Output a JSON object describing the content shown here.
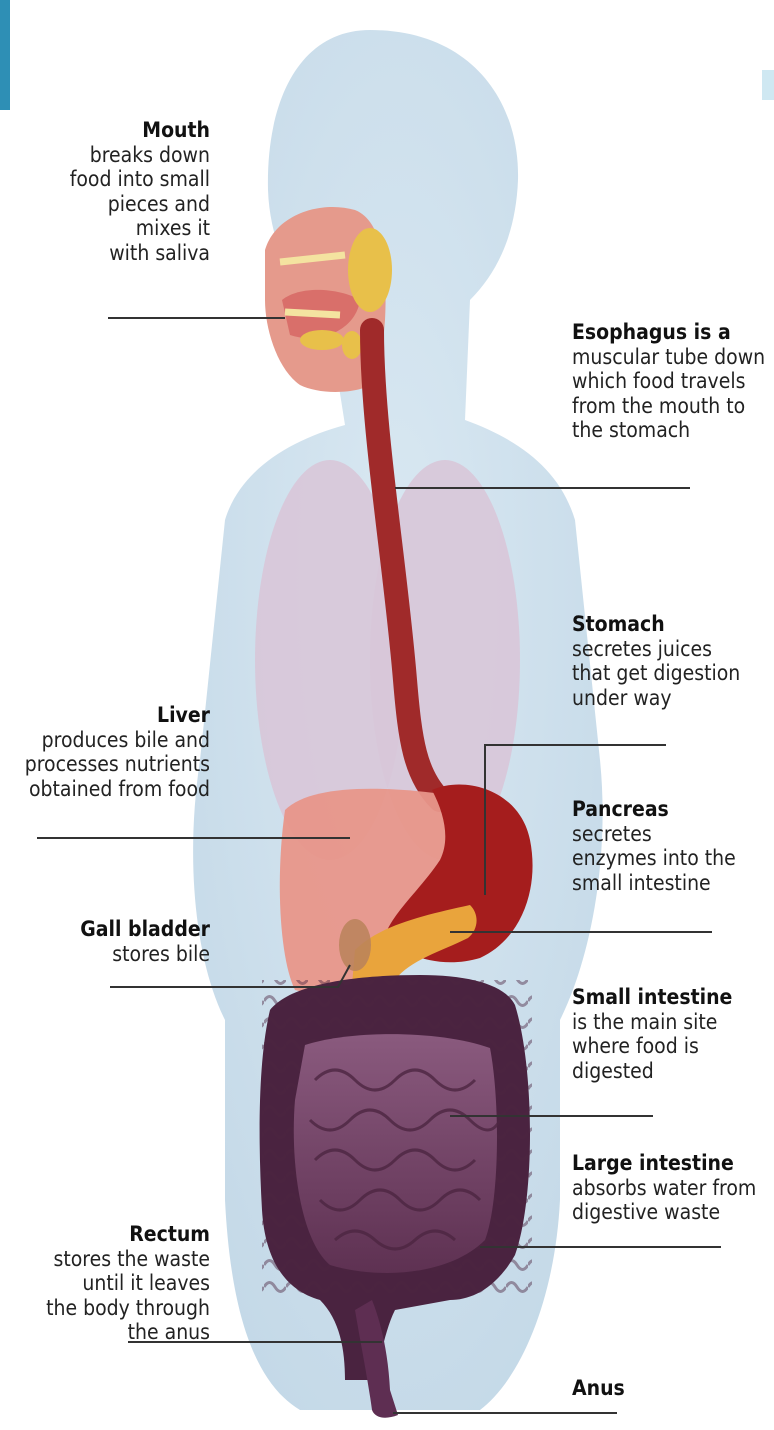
{
  "labels": {
    "mouth": {
      "title": "Mouth",
      "desc": "breaks down\nfood into small\npieces and\nmixes it\nwith saliva"
    },
    "esophagus": {
      "title": "Esophagus is a",
      "desc": "muscular tube down\nwhich food travels\nfrom the mouth to\nthe stomach"
    },
    "stomach": {
      "title": "Stomach",
      "desc": "secretes juices\nthat get digestion\nunder way"
    },
    "liver": {
      "title": "Liver",
      "desc": "produces bile and\nprocesses nutrients\nobtained from food"
    },
    "pancreas": {
      "title": "Pancreas",
      "desc": "secretes\nenzymes into the\nsmall intestine"
    },
    "gall_bladder": {
      "title": "Gall bladder",
      "desc": "stores bile"
    },
    "small_intestine": {
      "title": "Small intestine",
      "desc": "is the main site\nwhere food is\ndigested"
    },
    "large_intestine": {
      "title": "Large intestine",
      "desc": "absorbs water from\ndigestive waste"
    },
    "rectum": {
      "title": "Rectum",
      "desc": "stores the waste\nuntil it leaves\nthe body through\nthe anus"
    },
    "anus": {
      "title": "Anus",
      "desc": ""
    }
  },
  "colors": {
    "body": "#cfe0ec",
    "lungs": "#d8c4d6",
    "liver": "#e8968a",
    "stomach": "#a51d1d",
    "esophagus": "#a02a2a",
    "pancreas": "#e9a43c",
    "intestine": "#6b3a5e",
    "large_intestine": "#4a2340",
    "leader": "#333333"
  }
}
